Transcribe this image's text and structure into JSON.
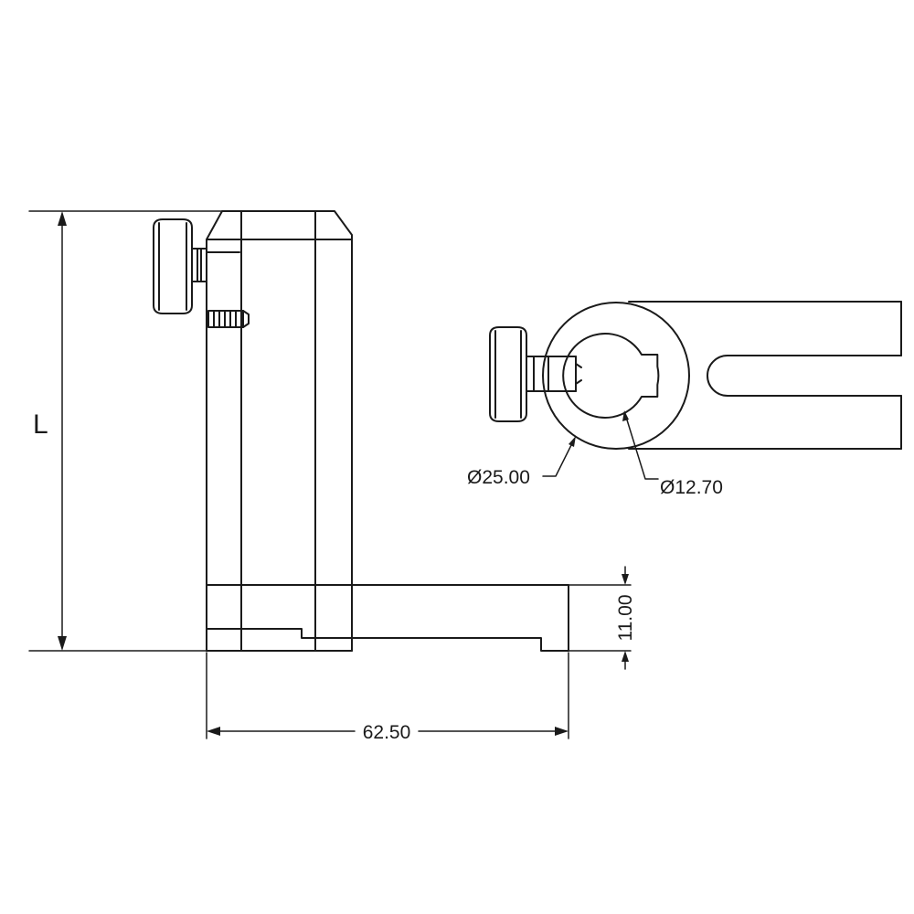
{
  "drawing": {
    "line_color": "#1a1a1a",
    "background": "#ffffff",
    "labels": {
      "length": "L",
      "outer_diameter": "Ø25.00",
      "inner_diameter": "Ø12.70",
      "base_height": "11.00",
      "base_length": "62.50"
    }
  }
}
